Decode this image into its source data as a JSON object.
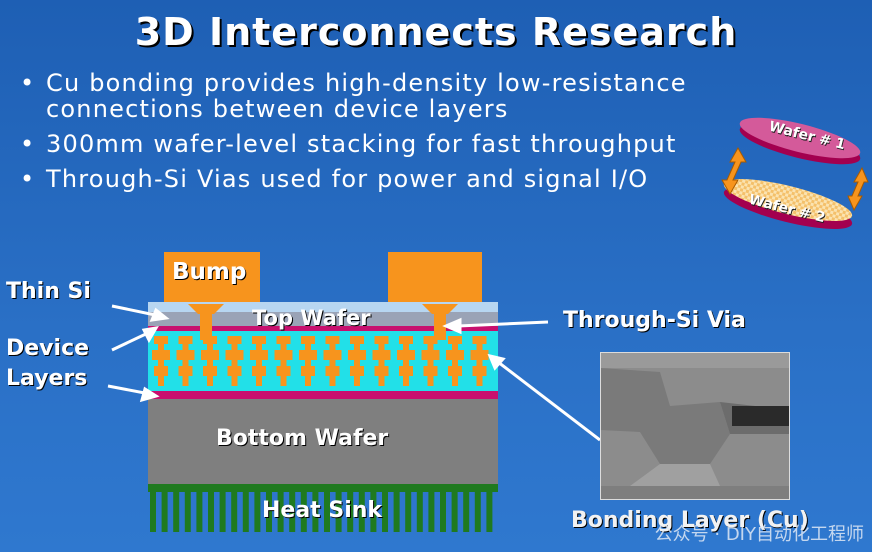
{
  "title": "3D Interconnects Research",
  "bullets": [
    "Cu bonding provides high-density low-resistance connections between device layers",
    "300mm wafer-level stacking for fast throughput",
    "Through-Si Vias used for power and signal I/O"
  ],
  "labels": {
    "thin_si": "Thin Si",
    "device": "Device",
    "layers": "Layers",
    "bump": "Bump",
    "top_wafer": "Top Wafer",
    "bottom_wafer": "Bottom Wafer",
    "heat_sink": "Heat Sink",
    "through_si_via": "Through-Si Via",
    "bonding_layer": "Bonding Layer (Cu)",
    "wafer1": "Wafer # 1",
    "wafer2": "Wafer # 2"
  },
  "watermark": "公众号 · DIY自动化工程师",
  "colors": {
    "background": "#2a70c6",
    "bump": "#f7941d",
    "device_layer": "#22e0e8",
    "magenta": "#c8106e",
    "bottom_wafer": "#7f7f7f",
    "heat_sink": "#1f7a1f"
  }
}
